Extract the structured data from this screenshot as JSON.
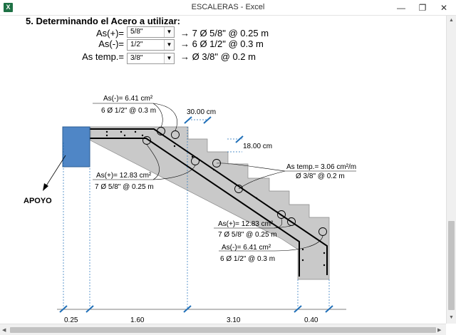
{
  "window": {
    "title": "ESCALERAS - Excel",
    "app_icon": "X",
    "minimize": "—",
    "restore": "❐",
    "close": "✕"
  },
  "section": {
    "title": "5. Determinando el Acero a utilizar:"
  },
  "rows": [
    {
      "label": "As(+)=",
      "value": "5/8\"",
      "result": "→ 7 Ø 5/8\" @ 0.25 m"
    },
    {
      "label": "As(-)=",
      "value": "1/2\"",
      "result": "→ 6 Ø 1/2\" @ 0.3 m"
    },
    {
      "label": "As temp.=",
      "value": "3/8\"",
      "result": "→  Ø 3/8\" @ 0.2 m"
    }
  ],
  "diagram": {
    "callout1": {
      "line1": "As(-)= 6.41 cm²",
      "line2": "6 Ø 1/2\" @ 0.3 m"
    },
    "callout2": {
      "line1": "As(+)= 12.83 cm²",
      "line2": "7 Ø 5/8\" @ 0.25 m"
    },
    "callout3": {
      "line1": "As temp.= 3.06 cm²/m",
      "line2": "Ø 3/8\" @ 0.2 m"
    },
    "callout4": {
      "line1": "As(+)= 12.83 cm²",
      "line2": "7 Ø 5/8\" @ 0.25 m"
    },
    "callout5": {
      "line1": "As(-)= 6.41 cm²",
      "line2": "6 Ø 1/2\" @ 0.3 m"
    },
    "tread_dim": "30.00 cm",
    "riser_dim": "18.00 cm",
    "support_label": "APOYO",
    "bottom_dims": [
      "0.25",
      "1.60",
      "3.10",
      "0.40"
    ]
  },
  "colors": {
    "support": "#4f86c6",
    "dim": "#1f6fb8",
    "concrete": "#c9c9c9"
  }
}
